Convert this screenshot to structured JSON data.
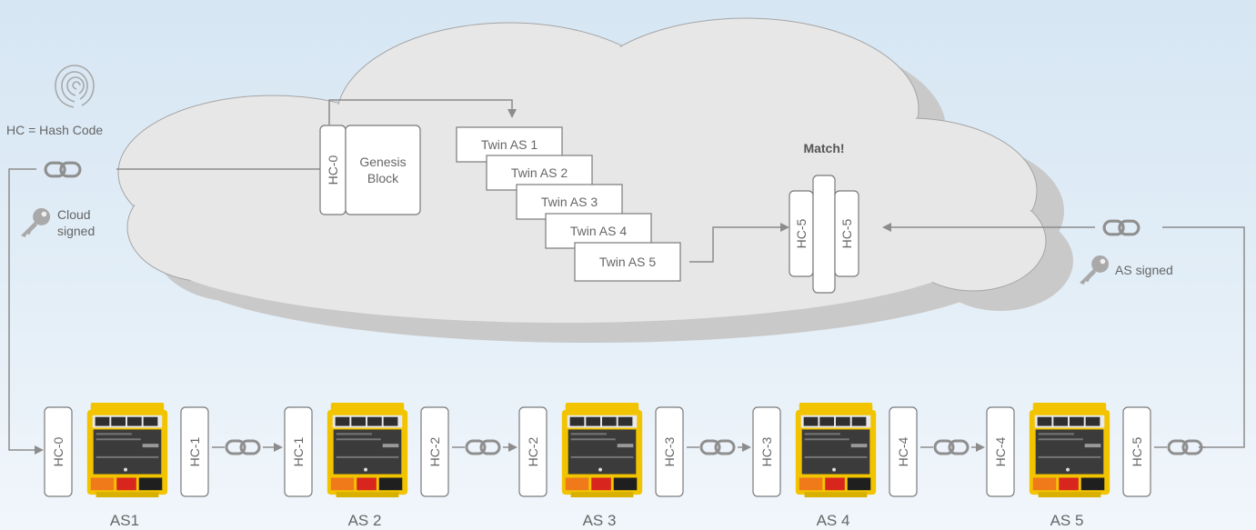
{
  "legend": {
    "hash_code": "HC = Hash Code",
    "cloud_signed": [
      "Cloud",
      "signed"
    ],
    "as_signed": "AS signed"
  },
  "cloud": {
    "genesis": {
      "hc": "HC-0",
      "label": [
        "Genesis",
        "Block"
      ]
    },
    "twins": [
      "Twin AS 1",
      "Twin AS 2",
      "Twin AS 3",
      "Twin AS 4",
      "Twin AS 5"
    ],
    "match": {
      "title": "Match!",
      "left_hc": "HC-5",
      "right_hc": "HC-5"
    }
  },
  "devices": [
    {
      "label": "AS1",
      "in_hc": "HC-0",
      "out_hc": "HC-1"
    },
    {
      "label": "AS 2",
      "in_hc": "HC-1",
      "out_hc": "HC-2"
    },
    {
      "label": "AS 3",
      "in_hc": "HC-2",
      "out_hc": "HC-3"
    },
    {
      "label": "AS 4",
      "in_hc": "HC-3",
      "out_hc": "HC-4"
    },
    {
      "label": "AS 5",
      "in_hc": "HC-4",
      "out_hc": "HC-5"
    }
  ],
  "icons": [
    "fingerprint-icon",
    "chain-link-icon",
    "key-icon",
    "device-icon",
    "arrow-icon"
  ],
  "colors": {
    "device_body": "#f2c400",
    "cloud": "#e7e7e7",
    "shadow": "#c9c9c9",
    "line": "#8c8c8c"
  }
}
